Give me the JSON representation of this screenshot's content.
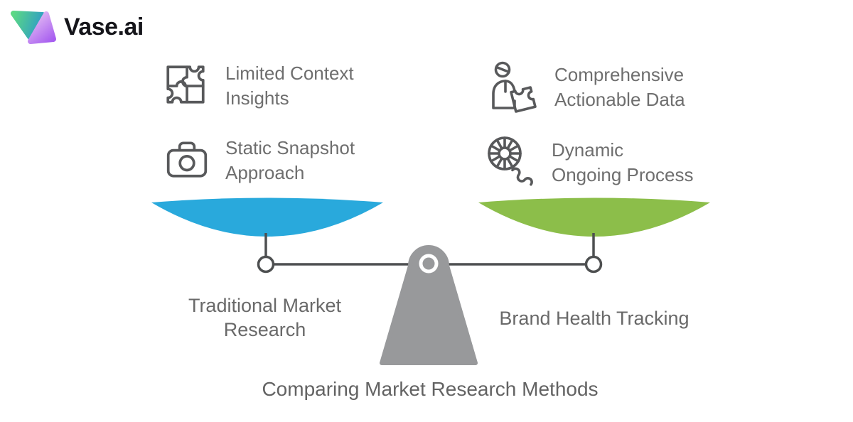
{
  "brand": {
    "name": "Vase.ai"
  },
  "features": {
    "left": [
      {
        "icon": "puzzle-icon",
        "line1": "Limited Context",
        "line2": "Insights"
      },
      {
        "icon": "camera-icon",
        "line1": "Static Snapshot",
        "line2": "Approach"
      }
    ],
    "right": [
      {
        "icon": "person-puzzle-icon",
        "line1": "Comprehensive",
        "line2": "Actionable Data"
      },
      {
        "icon": "wheel-squiggle-icon",
        "line1": "Dynamic",
        "line2": "Ongoing Process"
      }
    ]
  },
  "scale": {
    "left_pan_label_line1": "Traditional Market",
    "left_pan_label_line2": "Research",
    "right_pan_label": "Brand Health Tracking",
    "caption": "Comparing Market Research Methods",
    "colors": {
      "left_pan": "#29a9dc",
      "right_pan": "#8cbe4a",
      "beam": "#4d4f50",
      "fulcrum": "#98999b"
    }
  }
}
